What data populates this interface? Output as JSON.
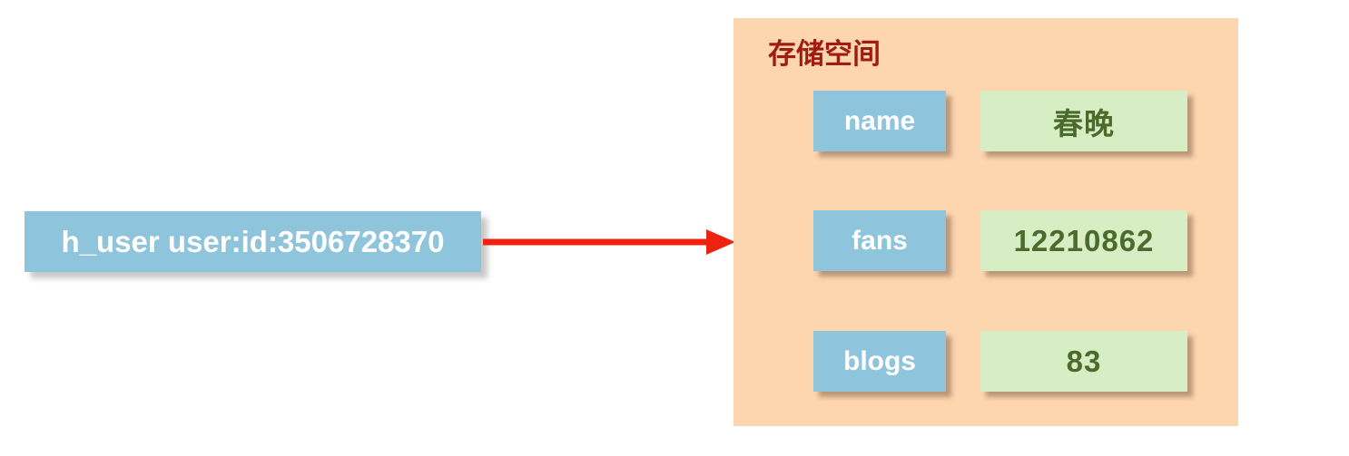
{
  "diagram": {
    "key": {
      "label": "h_user user:id:3506728370"
    },
    "storage": {
      "title": "存储空间",
      "rows": [
        {
          "field": "name",
          "value": "春晚"
        },
        {
          "field": "fans",
          "value": "12210862"
        },
        {
          "field": "blogs",
          "value": "83"
        }
      ]
    },
    "colors": {
      "key_box_bg": "#8EC4DC",
      "key_text": "#FFFFFF",
      "field_box_bg": "#8EC4DC",
      "field_text": "#FFFFFF",
      "value_box_bg": "#D7EEC4",
      "value_text": "#4D6A2D",
      "panel_bg": "#FDD6AF",
      "title_text": "#9E1C10",
      "arrow": "#EE2211"
    }
  }
}
